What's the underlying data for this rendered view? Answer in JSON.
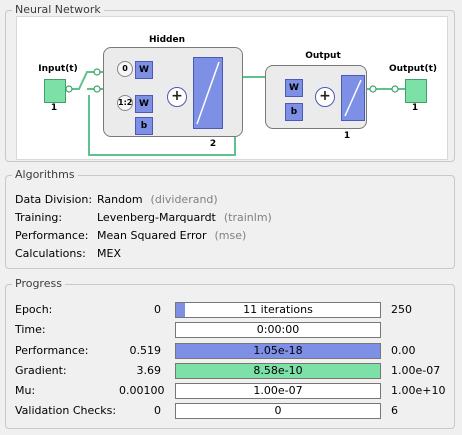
{
  "network": {
    "title": "Neural Network",
    "input_label": "Input(t)",
    "input_size": "1",
    "hidden_title": "Hidden",
    "hidden_size": "2",
    "delay_labels": [
      "0",
      "1:2"
    ],
    "weight_label": "W",
    "bias_label": "b",
    "output_layer_title": "Output",
    "output_layer_size": "1",
    "output_label": "Output(t)",
    "output_size": "1",
    "colors": {
      "io": "#7de0a6",
      "weights": "#7e8fe6",
      "wire": "#5fc28c"
    }
  },
  "algorithms": {
    "title": "Algorithms",
    "rows": [
      {
        "label": "Data Division:",
        "value": "Random",
        "note": "(dividerand)"
      },
      {
        "label": "Training:",
        "value": "Levenberg-Marquardt",
        "note": "(trainlm)"
      },
      {
        "label": "Performance:",
        "value": "Mean Squared Error",
        "note": "(mse)"
      },
      {
        "label": "Calculations:",
        "value": "MEX",
        "note": ""
      }
    ]
  },
  "progress": {
    "title": "Progress",
    "rows": [
      {
        "label": "Epoch:",
        "start": "0",
        "bar_text": "11 iterations",
        "end": "250",
        "fill_fraction": 0.044,
        "fill_color": "#7e8fe6"
      },
      {
        "label": "Time:",
        "start": "",
        "bar_text": "0:00:00",
        "end": "",
        "fill_fraction": 0,
        "fill_color": "#7e8fe6"
      },
      {
        "label": "Performance:",
        "start": "0.519",
        "bar_text": "1.05e-18",
        "end": "0.00",
        "fill_fraction": 1.0,
        "fill_color": "#7e8fe6"
      },
      {
        "label": "Gradient:",
        "start": "3.69",
        "bar_text": "8.58e-10",
        "end": "1.00e-07",
        "fill_fraction": 1.0,
        "fill_color": "#7de0a6"
      },
      {
        "label": "Mu:",
        "start": "0.00100",
        "bar_text": "1.00e-07",
        "end": "1.00e+10",
        "fill_fraction": 0,
        "fill_color": "#7e8fe6"
      },
      {
        "label": "Validation Checks:",
        "start": "0",
        "bar_text": "0",
        "end": "6",
        "fill_fraction": 0,
        "fill_color": "#7e8fe6"
      }
    ]
  }
}
